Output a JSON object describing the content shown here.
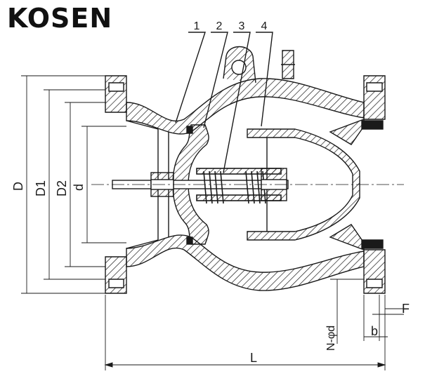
{
  "brand": {
    "logo_text": "KOSEN",
    "color": "#111111"
  },
  "drawing": {
    "line_color": "#1a1a1a",
    "hatch_color": "#1a1a1a",
    "part_labels": [
      "1",
      "2",
      "3",
      "4"
    ],
    "dimensions": {
      "D": "D",
      "D1": "D1",
      "D2": "D2",
      "d": "d",
      "L": "L",
      "F": "F",
      "b": "b",
      "N_phi_d": "N-φd"
    }
  }
}
